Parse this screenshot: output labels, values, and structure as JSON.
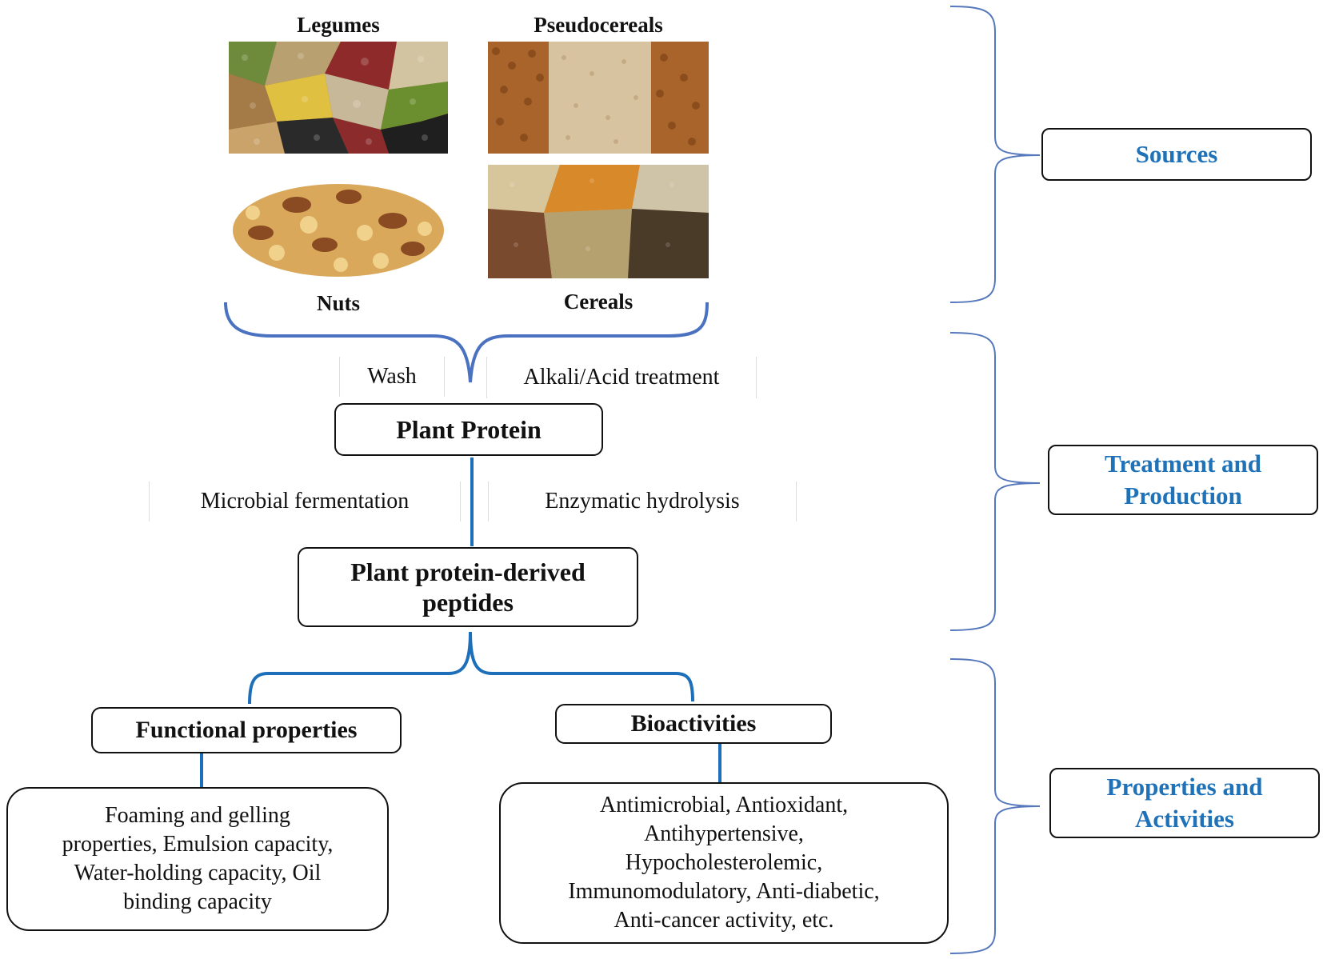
{
  "sources": {
    "legumes": "Legumes",
    "pseudocereals": "Pseudocereals",
    "nuts": "Nuts",
    "cereals": "Cereals"
  },
  "steps": {
    "wash": "Wash",
    "alkali_acid": "Alkali/Acid treatment",
    "microbial": "Microbial  fermentation",
    "enzymatic": "Enzymatic   hydrolysis"
  },
  "nodes": {
    "plant_protein": "Plant Protein",
    "peptides_line1": "Plant protein-derived",
    "peptides_line2": "peptides",
    "functional": "Functional properties",
    "bioactivities": "Bioactivities",
    "functional_desc": [
      "Foaming and gelling",
      "properties, Emulsion capacity,",
      "Water-holding capacity, Oil",
      "binding capacity"
    ],
    "bio_desc": [
      "Antimicrobial, Antioxidant,",
      "Antihypertensive,",
      "Hypocholesterolemic,",
      "Immunomodulatory, Anti-diabetic,",
      "Anti-cancer activity, etc."
    ]
  },
  "categories": {
    "sources": "Sources",
    "treatment_line1": "Treatment and",
    "treatment_line2": "Production",
    "properties_line1": "Properties and",
    "properties_line2": "Activities"
  },
  "colors": {
    "accent_blue": "#1f72b8",
    "connector_blue": "#1d6fba",
    "bracket_blue": "#4a6fb5"
  }
}
